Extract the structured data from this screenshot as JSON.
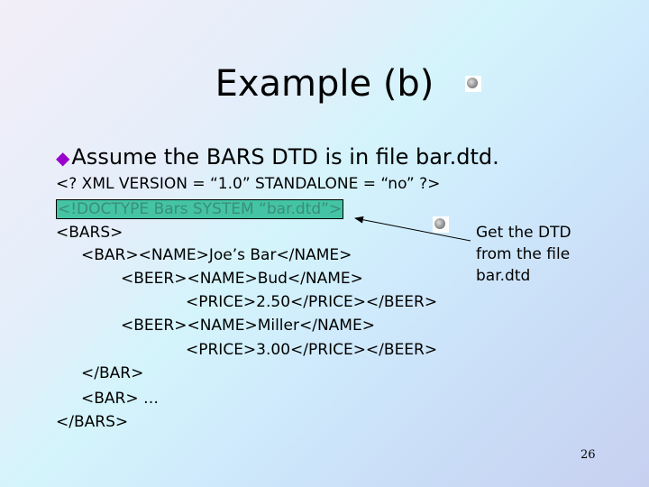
{
  "title": "Example (b)",
  "bullet": "Assume the BARS DTD is in file bar.dtd.",
  "code_lines": [
    "<? XML VERSION = “1.0” STANDALONE = “no” ?>",
    "<!DOCTYPE Bars SYSTEM “bar.dtd”>",
    "<BARS>",
    "<BAR><NAME>Joe’s Bar</NAME>",
    "<BEER><NAME>Bud</NAME>",
    "<PRICE>2.50</PRICE></BEER>",
    "<BEER><NAME>Miller</NAME>",
    "<PRICE>3.00</PRICE></BEER>",
    "</BAR>",
    "<BAR> …",
    "</BARS>"
  ],
  "note": "Get the DTD from the file bar.dtd",
  "page_number": "26",
  "icons": [
    "speaker-icon"
  ]
}
